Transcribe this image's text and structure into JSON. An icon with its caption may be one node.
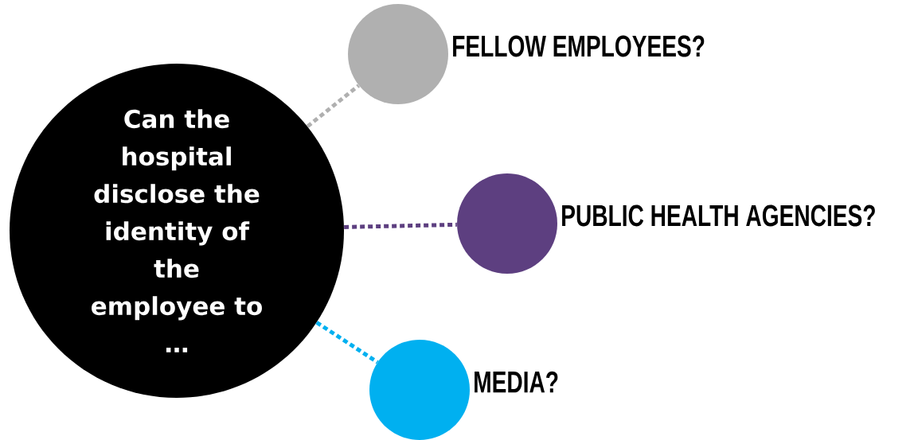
{
  "diagram": {
    "nodes": [
      {
        "text": [
          "Can the hospital disclose the identity of the employee to …"
        ]
      },
      {
        "text": [
          "FELLOW EMPLOYEES?"
        ]
      },
      {
        "text": [
          "PUBLIC HEALTH AGENCIES?"
        ]
      },
      {
        "text": [
          "MEDIA?"
        ]
      }
    ],
    "edges": [
      {
        "from": 0,
        "to": 1,
        "arrow": "none",
        "style": "dashed",
        "color": "#b0b0b0"
      },
      {
        "from": 0,
        "to": 2,
        "arrow": "none",
        "style": "dashed",
        "color": "#5d3f80"
      },
      {
        "from": 0,
        "to": 3,
        "arrow": "none",
        "style": "dashed",
        "color": "#00b0f0"
      }
    ]
  }
}
